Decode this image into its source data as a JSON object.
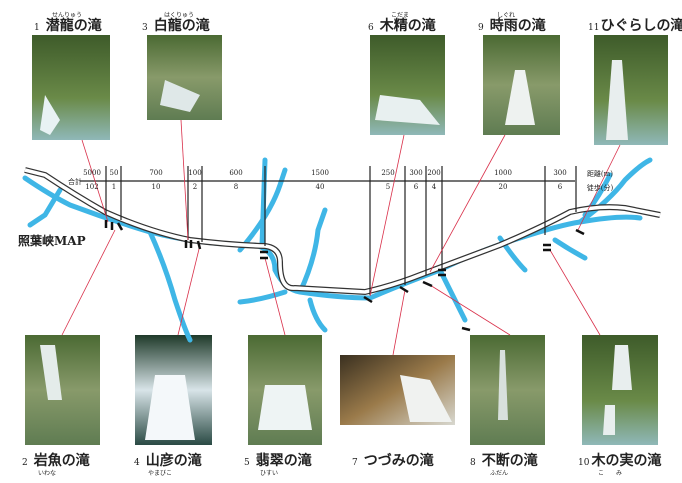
{
  "map_title": "照葉峡MAP",
  "waterfalls": [
    {
      "num": "1",
      "name": "潜龍の滝",
      "ruby": "せんりゅう"
    },
    {
      "num": "2",
      "name": "岩魚の滝",
      "ruby": "いわな"
    },
    {
      "num": "3",
      "name": "白龍の滝",
      "ruby": "はくりゅう"
    },
    {
      "num": "4",
      "name": "山彦の滝",
      "ruby": "やまびこ"
    },
    {
      "num": "5",
      "name": "翡翠の滝",
      "ruby": "ひすい"
    },
    {
      "num": "6",
      "name": "木精の滝",
      "ruby": "こだま"
    },
    {
      "num": "7",
      "name": "つづみの滝",
      "ruby": ""
    },
    {
      "num": "8",
      "name": "不断の滝",
      "ruby": "ふだん"
    },
    {
      "num": "9",
      "name": "時雨の滝",
      "ruby": "しぐれ"
    },
    {
      "num": "10",
      "name": "木の実の滝",
      "ruby": "こ　　み"
    },
    {
      "num": "11",
      "name": "ひぐらしの滝",
      "ruby": ""
    }
  ],
  "distance_table": {
    "total_label": "合計",
    "distance_label": "距離(m)",
    "walk_label": "徒歩(分)",
    "distances": [
      "5000",
      "50",
      "700",
      "100",
      "600",
      "1500",
      "250",
      "300",
      "200",
      "1000",
      "300"
    ],
    "walk_minutes": [
      "102",
      "1",
      "10",
      "2",
      "8",
      "40",
      "5",
      "6",
      "4",
      "20",
      "6"
    ]
  },
  "colors": {
    "river": "#3fb6e6",
    "road": "#333333",
    "leader": "#d9304a"
  }
}
